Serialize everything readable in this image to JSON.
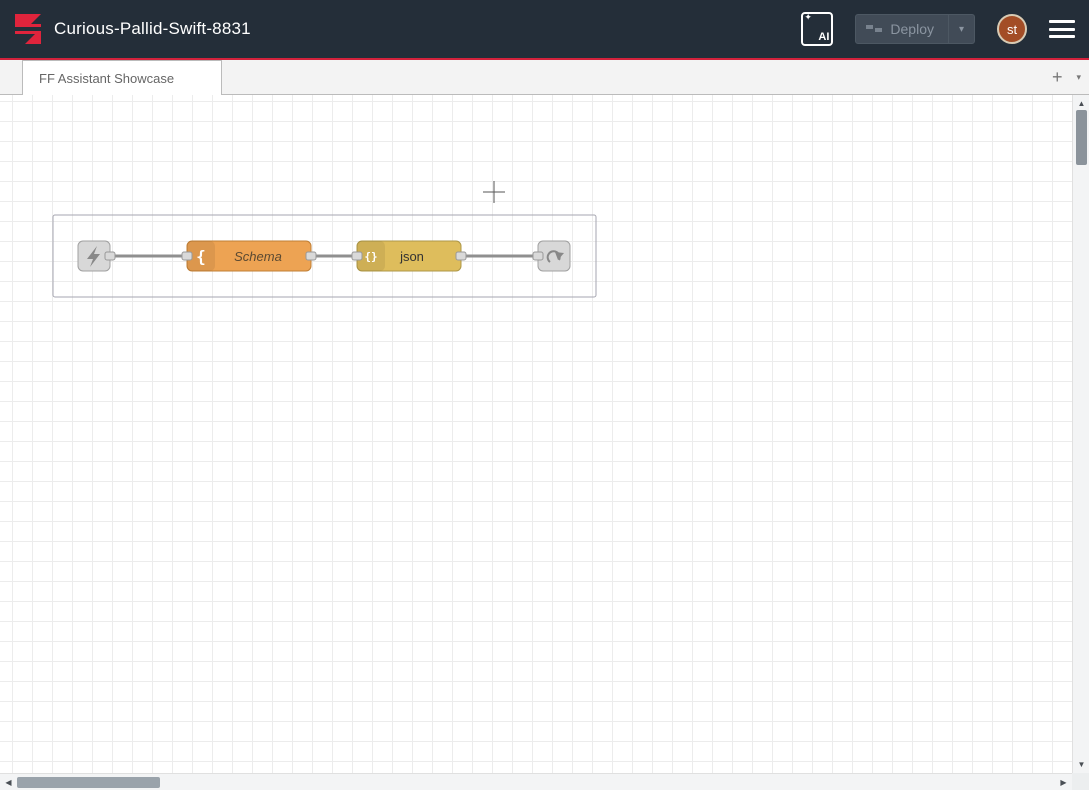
{
  "header": {
    "title": "Curious-Pallid-Swift-8831",
    "ai_button": {
      "label": "AI",
      "sparkle": "✦"
    },
    "deploy": {
      "label": "Deploy"
    },
    "avatar_initials": "st"
  },
  "tab_bar": {
    "tabs": [
      {
        "label": "FF Assistant Showcase",
        "active": true
      }
    ],
    "add_label": "+",
    "caret": "▾"
  },
  "flow": {
    "group": {
      "name": "flow-group"
    },
    "nodes": [
      {
        "name": "link-in",
        "label": "",
        "icon": "bolt"
      },
      {
        "name": "schema",
        "label": "Schema",
        "icon": "{"
      },
      {
        "name": "json",
        "label": "json",
        "icon": "{}"
      },
      {
        "name": "link-out",
        "label": "",
        "icon": "arrow-out"
      }
    ]
  },
  "icons": {
    "up": "▲",
    "down": "▼",
    "left": "◀",
    "right": "▶",
    "caret": "▾"
  },
  "colors": {
    "header_bg": "#242e39",
    "accent_red": "#d3223c",
    "logo_red": "#e0243c",
    "schema_fill": "#eda353",
    "schema_border": "#c07f35",
    "schema_text": "#5b4a32",
    "json_fill": "#debd5c",
    "json_border": "#ad9747",
    "json_text": "#333333",
    "link_fill": "#d8d8d8",
    "link_border": "#a0a0a0",
    "link_icon": "#888888",
    "wire": "#8f8f8f",
    "port_fill": "#d9d9d9",
    "port_border": "#999999",
    "group_border": "#a6a6b0",
    "icon_overlay": "rgba(0,0,0,0.07)",
    "icon_glyph": "#ffffff",
    "crosshair": "#555555"
  }
}
